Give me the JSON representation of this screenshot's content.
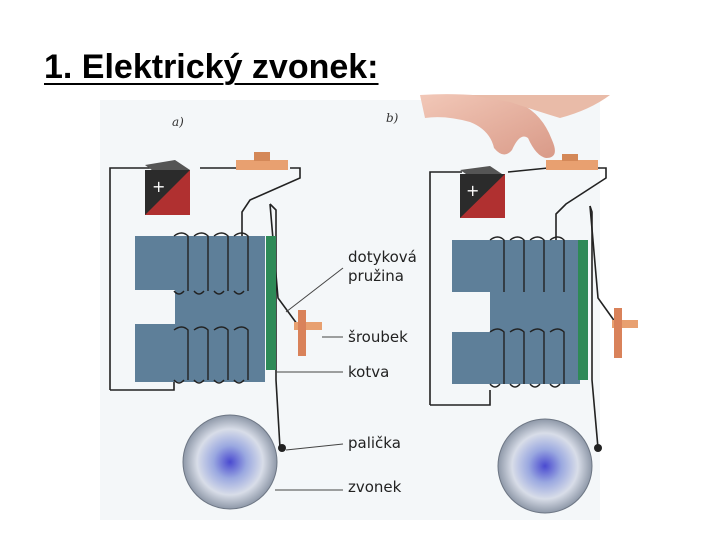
{
  "slide": {
    "title": "1. Elektrický zvonek:"
  },
  "diagram": {
    "panels": [
      {
        "label": "a)"
      },
      {
        "label": "b)"
      }
    ],
    "labels": {
      "contact_spring_line1": "dotyková",
      "contact_spring_line2": "pružina",
      "screw": "šroubek",
      "armature": "kotva",
      "hammer": "palička",
      "bell": "zvonek"
    },
    "colors": {
      "core": "#5e7f99",
      "armature": "#2e8a57",
      "switch": "#e8a070",
      "battery_black": "#2b2b2b",
      "battery_red": "#b03030",
      "bell_center": "#5a5ad0",
      "wire": "#222222",
      "hand": "#e6b0a0"
    }
  }
}
